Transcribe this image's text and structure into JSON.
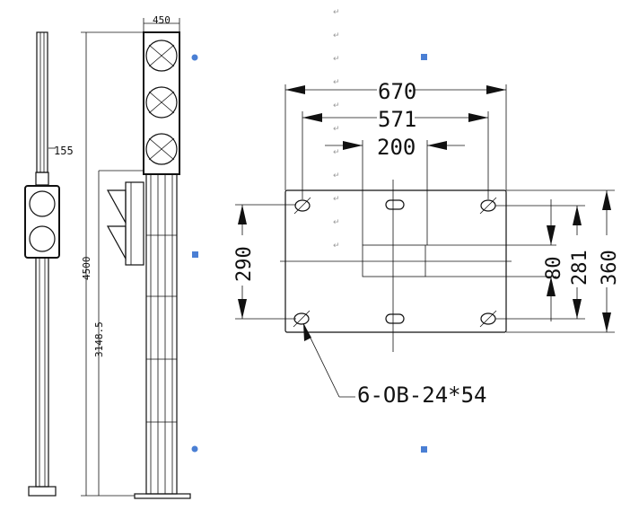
{
  "side_view": {
    "label_155": "155"
  },
  "front_view": {
    "label_450": "450",
    "label_4500": "4500",
    "label_3148": "3148.5"
  },
  "base_plate": {
    "dim_670": "670",
    "dim_571": "571",
    "dim_200": "200",
    "dim_290": "290",
    "dim_80": "80",
    "dim_281": "281",
    "dim_360": "360",
    "hole_callout": "6-OB-24*54"
  },
  "editor": {
    "paragraph_mark": "↵"
  },
  "colors": {
    "line": "#111111",
    "selection_handle": "#4a7fd4"
  }
}
